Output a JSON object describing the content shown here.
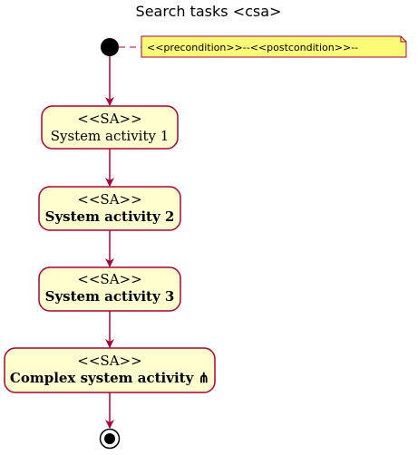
{
  "title": "Search tasks <csa>",
  "note": {
    "text": "<<precondition>>--<<postcondition>>--"
  },
  "activities": [
    {
      "stereotype": "<<SA>>",
      "label": "System activity 1",
      "bold": false
    },
    {
      "stereotype": "<<SA>>",
      "label": "System activity 2",
      "bold": true
    },
    {
      "stereotype": "<<SA>>",
      "label": "System activity 3",
      "bold": true
    },
    {
      "stereotype": "<<SA>>",
      "label": "Complex system activity ⋔",
      "bold": true
    }
  ],
  "colors": {
    "activity_fill": "#FEFECE",
    "activity_border": "#A80036",
    "arrow": "#A80036",
    "note_fill": "#FBFB77",
    "note_border": "#A80036",
    "start_node": "#000000"
  }
}
